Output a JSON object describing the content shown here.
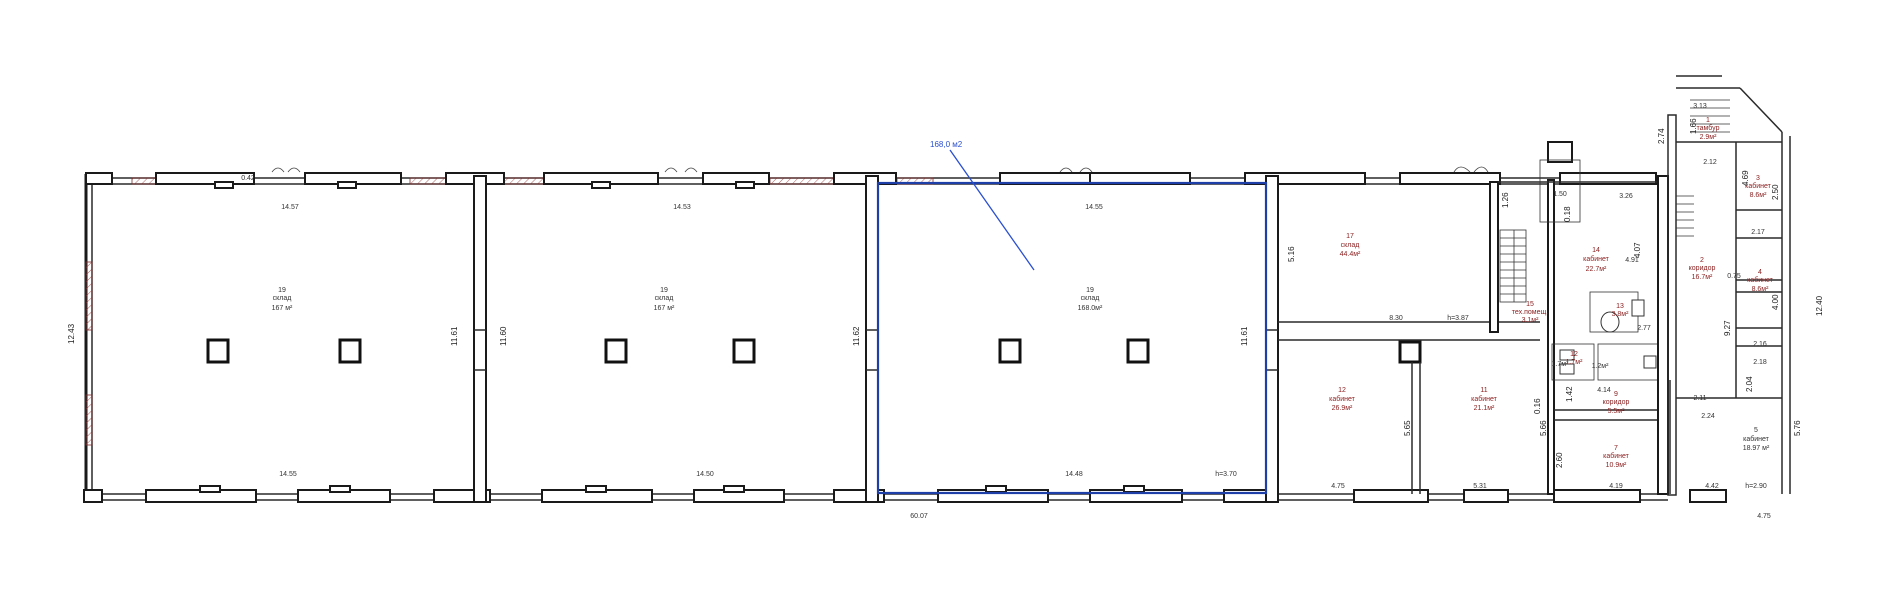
{
  "selection": {
    "area_label": "168,0 м2",
    "highlight_color": "#1f3fa8"
  },
  "total_length": "60.07",
  "big_halls": [
    {
      "number": "19",
      "name": "склад",
      "area": "167 м²",
      "top_dim": "14.57",
      "bottom_dim": "14.55",
      "side_dim": "11.61"
    },
    {
      "number": "19",
      "name": "склад",
      "area": "167 м²",
      "top_dim": "14.53",
      "bottom_dim": "14.50",
      "side_dim": "11.60"
    },
    {
      "number": "19",
      "name": "склад",
      "area": "168.0м²",
      "top_dim": "14.55",
      "bottom_dim": "14.48",
      "side_dim": "11.62"
    }
  ],
  "hall3_right_dim": "11.61",
  "ceiling_height": "h=3.70",
  "left_wall_dim": "12.43",
  "top_pier_dim": "0.42",
  "east_rooms": [
    {
      "number": "17",
      "name": "склад",
      "area": "44.4м²"
    },
    {
      "number": "12",
      "name": "кабинет",
      "area": "26.9м²"
    },
    {
      "number": "11",
      "name": "кабинет",
      "area": "21.1м²"
    },
    {
      "number": "14",
      "name": "кабинет",
      "area": "22.7м²"
    },
    {
      "number": "13",
      "name": "",
      "area": "3.8м²"
    },
    {
      "number": "15",
      "name": "тех.помещ.",
      "area": "3.1м²"
    },
    {
      "number": "9",
      "name": "коридор",
      "area": "5.5м²"
    },
    {
      "number": "7",
      "name": "кабинет",
      "area": "10.9м²"
    },
    {
      "number": "12",
      "name": "",
      "area": "1.7м²"
    },
    {
      "number": "2",
      "name": "коридор",
      "area": "16.7м²"
    },
    {
      "number": "4",
      "name": "кабинет",
      "area": "8.6м²"
    },
    {
      "number": "3",
      "name": "кабинет",
      "area": "8.6м²"
    },
    {
      "number": "5",
      "name": "кабинет",
      "area": "18.97 м²"
    },
    {
      "number": "1",
      "name": "тамбур",
      "area": "2.9м²"
    }
  ],
  "east_dims": {
    "room17_width": "8.30",
    "h_mark": "h=3.87",
    "room17_side": "5.16",
    "room12_side": "5.65",
    "room11_side": "5.66",
    "bottom_1": "4.75",
    "bottom_2": "5.31",
    "bottom_3": "4.19",
    "bottom_4": "4.42",
    "bottom_5": "4.75",
    "room14_top": "3.26",
    "room14_w": "4.91",
    "room14_side": "4.07",
    "stair_dim": "1.26",
    "right_total": "12.40",
    "d_5_76": "5.76",
    "d_9_27": "9.27",
    "d_2_04": "2.04",
    "d_2_60": "2.60",
    "d_1_42": "1.42",
    "d_2_11": "2.11",
    "d_2_24": "2.24",
    "d_4_69": "4.69",
    "d_2_50": "2.50",
    "d_2_17": "2.17",
    "d_4_00": "4.00",
    "d_2_16": "2.16",
    "d_2_18": "2.18",
    "d_2_12": "2.12",
    "d_3_13": "3.13",
    "d_2_74": "2.74",
    "d_4_14": "4.14",
    "d_2_77": "2.77",
    "d_h_2_9": "h=2.90",
    "d_1_50": "1.50",
    "d_1_66": "1.66",
    "d_0_75": "0.75",
    "d_0_16": "0.16",
    "d_1_7": "1.7м²",
    "d_1_2": "1.2м²",
    "d_0_18": "0.18"
  }
}
